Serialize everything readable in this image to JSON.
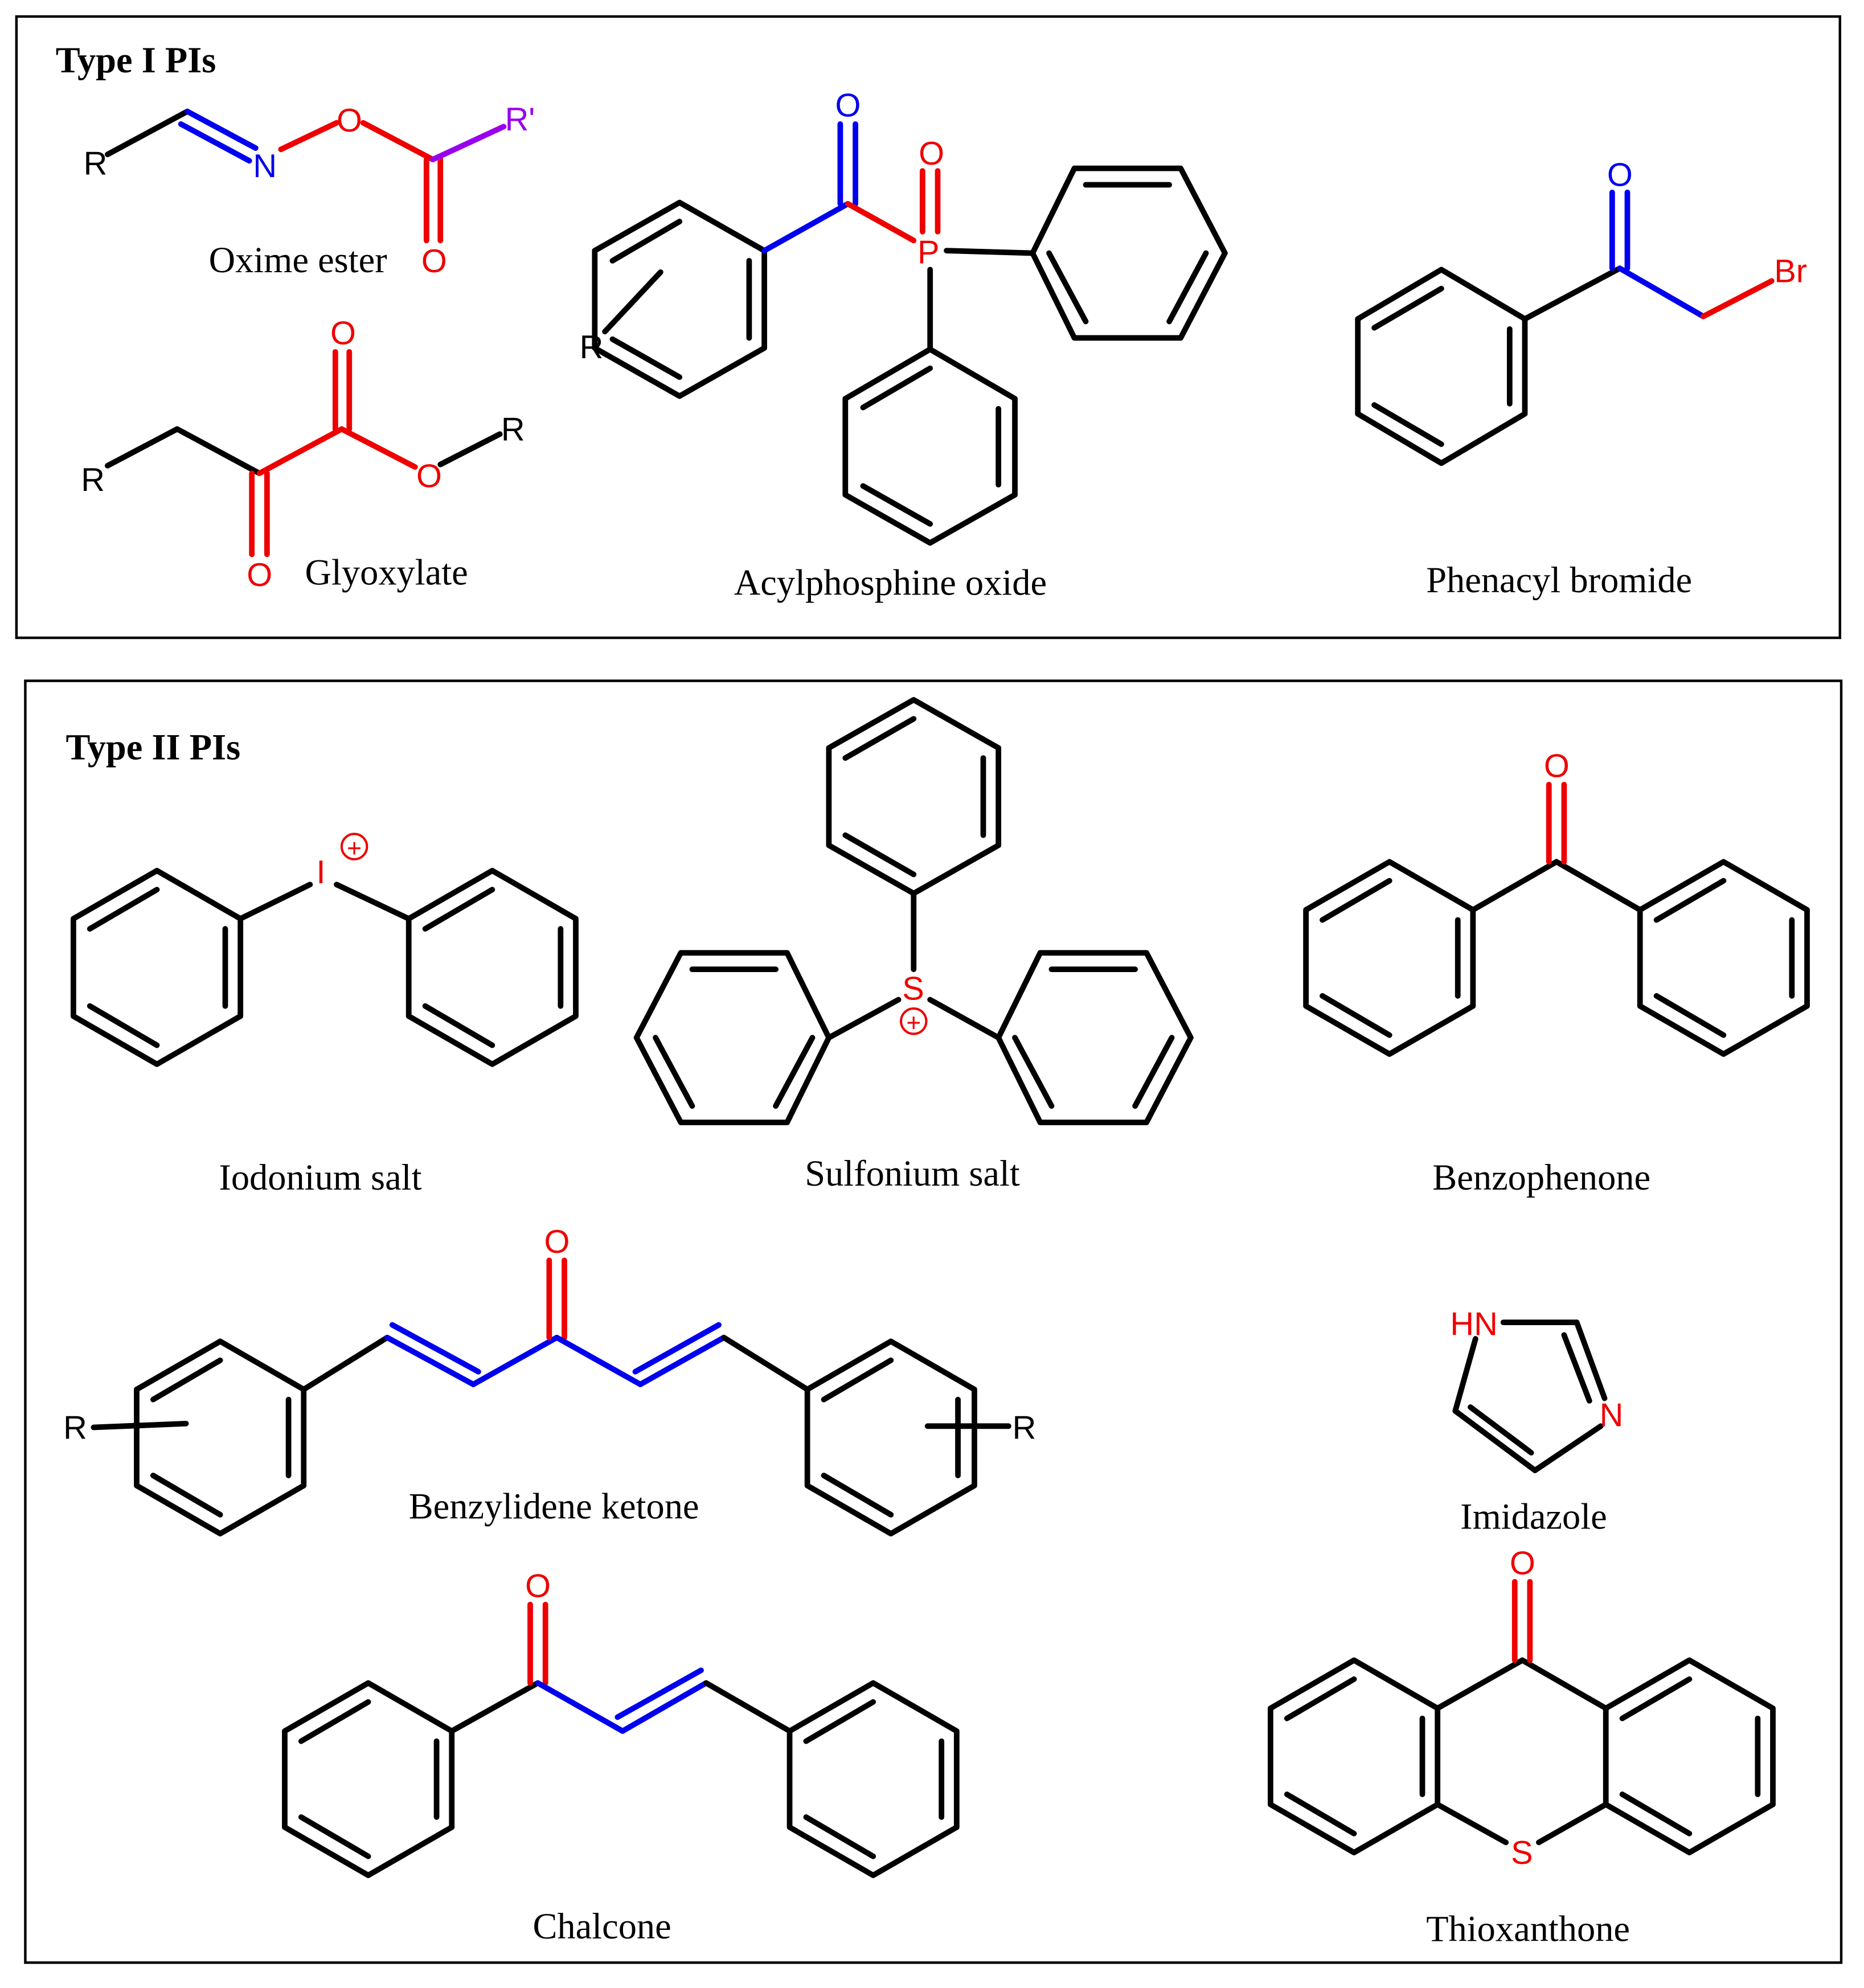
{
  "colors": {
    "black": "#000000",
    "red": "#ee0000",
    "blue": "#0000ee",
    "purple": "#9900ee"
  },
  "panels": {
    "type1": {
      "heading": "Type I PIs"
    },
    "type2": {
      "heading": "Type II PIs"
    }
  },
  "compounds": {
    "oxime_ester": "Oxime ester",
    "glyoxylate": "Glyoxylate",
    "acylphosphine_oxide": "Acylphosphine oxide",
    "phenacyl_bromide": "Phenacyl bromide",
    "iodonium_salt": "Iodonium salt",
    "sulfonium_salt": "Sulfonium salt",
    "benzophenone": "Benzophenone",
    "benzylidene_ketone": "Benzylidene ketone",
    "imidazole": "Imidazole",
    "chalcone": "Chalcone",
    "thioxanthone": "Thioxanthone"
  },
  "atoms": {
    "R": "R",
    "R_prime": "R'",
    "N": "N",
    "O": "O",
    "P": "P",
    "Br": "Br",
    "I": "I",
    "S": "S",
    "HN": "HN",
    "plus": "+"
  }
}
